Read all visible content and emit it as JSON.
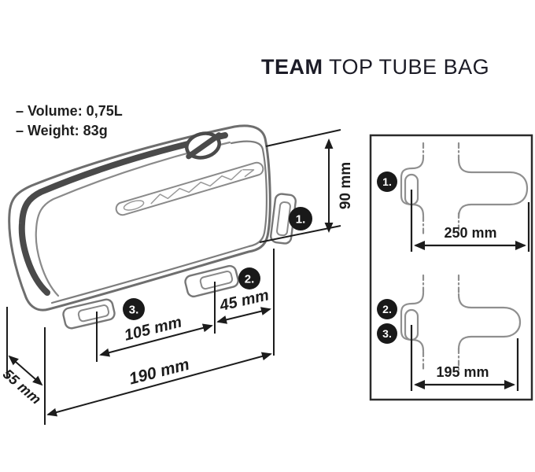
{
  "header": {
    "title_bold": "TEAM",
    "title_rest": " TOP TUBE BAG"
  },
  "specs": {
    "volume": "– Volume: 0,75L",
    "weight": "– Weight: 83g"
  },
  "side_view": {
    "dim_height": "90 mm",
    "dim_strap_spacing": "105 mm",
    "dim_rear_offset": "45 mm",
    "dim_length": "190 mm",
    "dim_width": "55 mm",
    "marker_1": "1.",
    "marker_2": "2.",
    "marker_3": "3."
  },
  "top_view": {
    "dim_front_strap": "250 mm",
    "dim_rear_straps": "195 mm",
    "marker_1": "1.",
    "marker_2": "2.",
    "marker_3": "3."
  },
  "colors": {
    "text": "#1b1b26",
    "dimension_lines": "#1c1c1c",
    "bag_outline": "#6e6e6e",
    "zipper": "#4a4a4a",
    "marker_fill": "#191919",
    "panel_border": "#2b2b2b"
  }
}
